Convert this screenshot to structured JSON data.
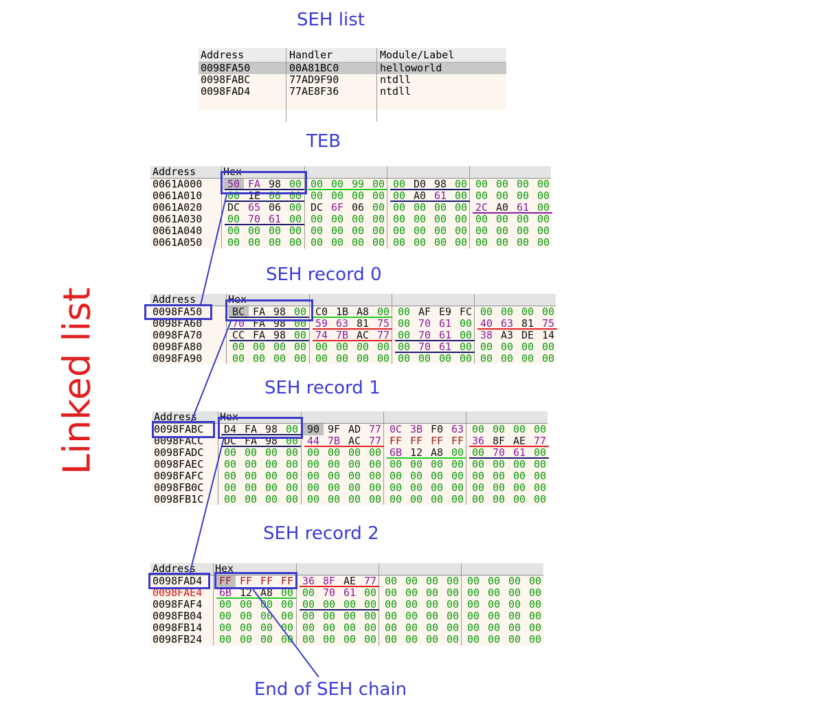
{
  "titles": {
    "seh_list": "SEH list",
    "teb": "TEB",
    "rec0": "SEH record 0",
    "rec1": "SEH record 1",
    "rec2": "SEH record 2",
    "end": "End of SEH chain",
    "linked": "Linked list"
  },
  "seh_list": {
    "headers": [
      "Address",
      "Handler",
      "Module/Label"
    ],
    "rows": [
      [
        "0098FA50",
        "00A81BC0",
        "helloworld"
      ],
      [
        "0098FABC",
        "77AD9F90",
        "ntdll"
      ],
      [
        "0098FAD4",
        "77AE8F36",
        "ntdll"
      ]
    ]
  },
  "dumps": [
    {
      "name": "teb",
      "header_address": "Address",
      "header_hex": "Hex",
      "rows": [
        {
          "addr": "0061A000",
          "bytes": [
            "50",
            "FA",
            "98",
            "00",
            "00",
            "00",
            "99",
            "00",
            "00",
            "D0",
            "98",
            "00",
            "00",
            "00",
            "00",
            "00"
          ]
        },
        {
          "addr": "0061A010",
          "bytes": [
            "00",
            "1E",
            "00",
            "00",
            "00",
            "00",
            "00",
            "00",
            "00",
            "A0",
            "61",
            "00",
            "00",
            "00",
            "00",
            "00"
          ]
        },
        {
          "addr": "0061A020",
          "bytes": [
            "DC",
            "65",
            "06",
            "00",
            "DC",
            "6F",
            "06",
            "00",
            "00",
            "00",
            "00",
            "00",
            "2C",
            "A0",
            "61",
            "00"
          ]
        },
        {
          "addr": "0061A030",
          "bytes": [
            "00",
            "70",
            "61",
            "00",
            "00",
            "00",
            "00",
            "00",
            "00",
            "00",
            "00",
            "00",
            "00",
            "00",
            "00",
            "00"
          ]
        },
        {
          "addr": "0061A040",
          "bytes": [
            "00",
            "00",
            "00",
            "00",
            "00",
            "00",
            "00",
            "00",
            "00",
            "00",
            "00",
            "00",
            "00",
            "00",
            "00",
            "00"
          ]
        },
        {
          "addr": "0061A050",
          "bytes": [
            "00",
            "00",
            "00",
            "00",
            "00",
            "00",
            "00",
            "00",
            "00",
            "00",
            "00",
            "00",
            "00",
            "00",
            "00",
            "00"
          ]
        }
      ]
    },
    {
      "name": "rec0",
      "header_address": "Address",
      "header_hex": "Hex",
      "rows": [
        {
          "addr": "0098FA50",
          "bytes": [
            "BC",
            "FA",
            "98",
            "00",
            "C0",
            "1B",
            "A8",
            "00",
            "00",
            "AF",
            "E9",
            "FC",
            "00",
            "00",
            "00",
            "00"
          ]
        },
        {
          "addr": "0098FA60",
          "bytes": [
            "70",
            "FA",
            "98",
            "00",
            "59",
            "63",
            "81",
            "75",
            "00",
            "70",
            "61",
            "00",
            "40",
            "63",
            "81",
            "75"
          ]
        },
        {
          "addr": "0098FA70",
          "bytes": [
            "CC",
            "FA",
            "98",
            "00",
            "74",
            "7B",
            "AC",
            "77",
            "00",
            "70",
            "61",
            "00",
            "38",
            "A3",
            "DE",
            "14"
          ]
        },
        {
          "addr": "0098FA80",
          "bytes": [
            "00",
            "00",
            "00",
            "00",
            "00",
            "00",
            "00",
            "00",
            "00",
            "70",
            "61",
            "00",
            "00",
            "00",
            "00",
            "00"
          ]
        },
        {
          "addr": "0098FA90",
          "bytes": [
            "00",
            "00",
            "00",
            "00",
            "00",
            "00",
            "00",
            "00",
            "00",
            "00",
            "00",
            "00",
            "00",
            "00",
            "00",
            "00"
          ]
        }
      ]
    },
    {
      "name": "rec1",
      "header_address": "Address",
      "header_hex": "Hex",
      "rows": [
        {
          "addr": "0098FABC",
          "bytes": [
            "D4",
            "FA",
            "98",
            "00",
            "90",
            "9F",
            "AD",
            "77",
            "0C",
            "3B",
            "F0",
            "63",
            "00",
            "00",
            "00",
            "00"
          ]
        },
        {
          "addr": "0098FACC",
          "bytes": [
            "DC",
            "FA",
            "98",
            "00",
            "44",
            "7B",
            "AC",
            "77",
            "FF",
            "FF",
            "FF",
            "FF",
            "36",
            "8F",
            "AE",
            "77"
          ]
        },
        {
          "addr": "0098FADC",
          "bytes": [
            "00",
            "00",
            "00",
            "00",
            "00",
            "00",
            "00",
            "00",
            "6B",
            "12",
            "A8",
            "00",
            "00",
            "70",
            "61",
            "00"
          ]
        },
        {
          "addr": "0098FAEC",
          "bytes": [
            "00",
            "00",
            "00",
            "00",
            "00",
            "00",
            "00",
            "00",
            "00",
            "00",
            "00",
            "00",
            "00",
            "00",
            "00",
            "00"
          ]
        },
        {
          "addr": "0098FAFC",
          "bytes": [
            "00",
            "00",
            "00",
            "00",
            "00",
            "00",
            "00",
            "00",
            "00",
            "00",
            "00",
            "00",
            "00",
            "00",
            "00",
            "00"
          ]
        },
        {
          "addr": "0098FB0C",
          "bytes": [
            "00",
            "00",
            "00",
            "00",
            "00",
            "00",
            "00",
            "00",
            "00",
            "00",
            "00",
            "00",
            "00",
            "00",
            "00",
            "00"
          ]
        },
        {
          "addr": "0098FB1C",
          "bytes": [
            "00",
            "00",
            "00",
            "00",
            "00",
            "00",
            "00",
            "00",
            "00",
            "00",
            "00",
            "00",
            "00",
            "00",
            "00",
            "00"
          ]
        }
      ]
    },
    {
      "name": "rec2",
      "header_address": "Address",
      "header_hex": "Hex",
      "rows": [
        {
          "addr": "0098FAD4",
          "bytes": [
            "FF",
            "FF",
            "FF",
            "FF",
            "36",
            "8F",
            "AE",
            "77",
            "00",
            "00",
            "00",
            "00",
            "00",
            "00",
            "00",
            "00"
          ]
        },
        {
          "addr": "0098FAE4",
          "bytes": [
            "6B",
            "12",
            "A8",
            "00",
            "00",
            "70",
            "61",
            "00",
            "00",
            "00",
            "00",
            "00",
            "00",
            "00",
            "00",
            "00"
          ]
        },
        {
          "addr": "0098FAF4",
          "bytes": [
            "00",
            "00",
            "00",
            "00",
            "00",
            "00",
            "00",
            "00",
            "00",
            "00",
            "00",
            "00",
            "00",
            "00",
            "00",
            "00"
          ]
        },
        {
          "addr": "0098FB04",
          "bytes": [
            "00",
            "00",
            "00",
            "00",
            "00",
            "00",
            "00",
            "00",
            "00",
            "00",
            "00",
            "00",
            "00",
            "00",
            "00",
            "00"
          ]
        },
        {
          "addr": "0098FB14",
          "bytes": [
            "00",
            "00",
            "00",
            "00",
            "00",
            "00",
            "00",
            "00",
            "00",
            "00",
            "00",
            "00",
            "00",
            "00",
            "00",
            "00"
          ]
        },
        {
          "addr": "0098FB24",
          "bytes": [
            "00",
            "00",
            "00",
            "00",
            "00",
            "00",
            "00",
            "00",
            "00",
            "00",
            "00",
            "00",
            "00",
            "00",
            "00",
            "00"
          ]
        }
      ]
    }
  ],
  "colors": {
    "box": "#3a3acc",
    "title": "#3a3ad6",
    "linked": "#e02020",
    "green": "#0a9a0a",
    "purple": "#8a1a9a",
    "underline_navy": "#1a1a6a",
    "underline_green": "#22cc22",
    "underline_red": "#e02020",
    "underline_purple": "#8a1a9a"
  }
}
